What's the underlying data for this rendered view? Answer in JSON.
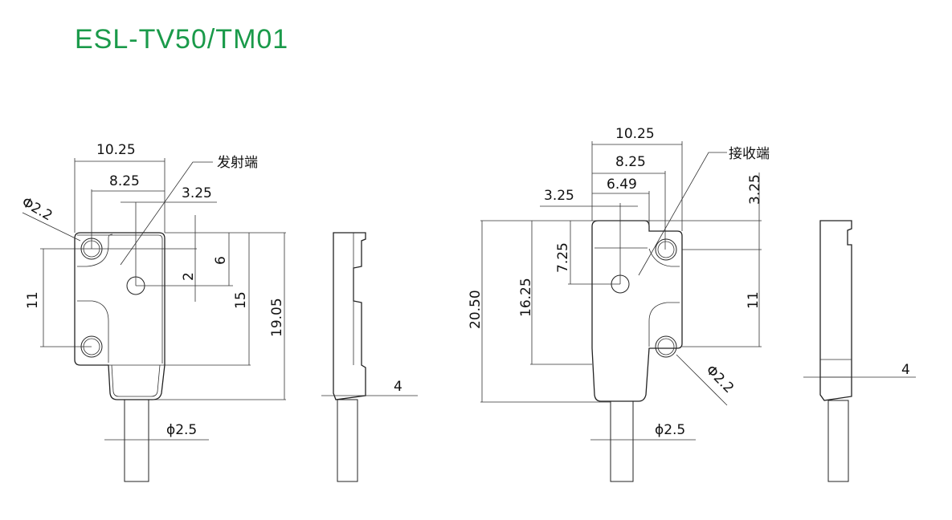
{
  "title": "ESL-TV50/TM01",
  "colors": {
    "title": "#1a9a4a",
    "lines": "#222222"
  },
  "emitter": {
    "label": "发射端",
    "width": "10.25",
    "hole_span": "8.25",
    "lens_offset_x": "3.25",
    "hole_diameter": "Φ2.2",
    "hole_pitch": "11",
    "lens_offset_y": "2",
    "lens_from_top": "6",
    "body_height": "15",
    "total_height": "19.05",
    "side_thickness": "4",
    "cable_diameter": "ϕ2.5"
  },
  "receiver": {
    "label": "接收端",
    "width": "10.25",
    "hole_span": "8.25",
    "lens_span": "6.49",
    "lens_offset_x": "3.25",
    "hole_offset_y": "3.25",
    "lens_from_top": "7.25",
    "body_height": "16.25",
    "total_height": "20.50",
    "hole_pitch": "11",
    "hole_diameter": "Φ2.2",
    "side_thickness": "4",
    "cable_diameter": "ϕ2.5"
  }
}
